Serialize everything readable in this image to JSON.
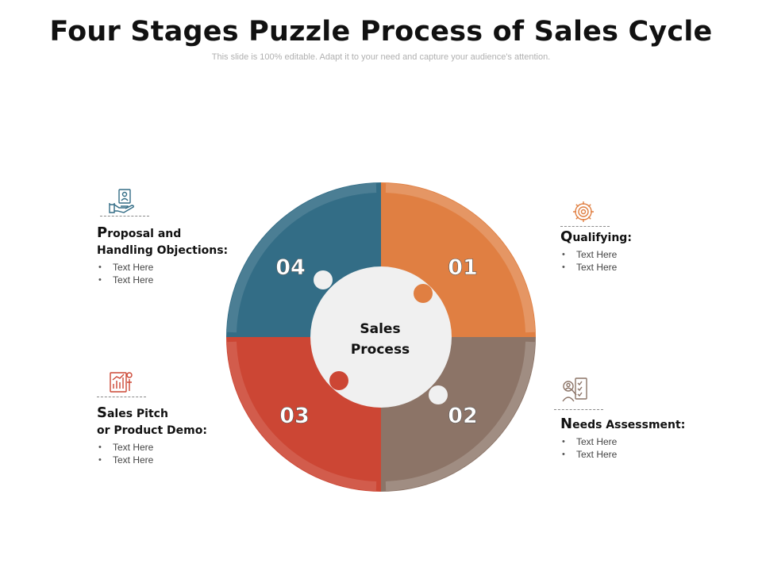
{
  "header": {
    "title": "Four Stages Puzzle Process of Sales Cycle",
    "subtitle": "This slide is 100% editable. Adapt it to your need and capture your audience's attention."
  },
  "diagram": {
    "center_label_line1": "Sales",
    "center_label_line2": "Process",
    "segments": [
      {
        "number": "01",
        "color": "#E07F42"
      },
      {
        "number": "02",
        "color": "#8C7467"
      },
      {
        "number": "03",
        "color": "#CC4634"
      },
      {
        "number": "04",
        "color": "#336D86"
      }
    ],
    "inner_circle_color": "#F0F0F0"
  },
  "stages": [
    {
      "heading_cap": "Q",
      "heading_rest": "ualifying:",
      "bullets": [
        "Text Here",
        "Text Here"
      ],
      "icon": "gear-icon",
      "icon_color": "#E07F42"
    },
    {
      "heading_cap": "N",
      "heading_rest": "eeds Assessment:",
      "bullets": [
        "Text Here",
        "Text Here"
      ],
      "icon": "person-search-checklist-icon",
      "icon_color": "#8C7467"
    },
    {
      "heading_cap": "S",
      "heading_rest": "ales Pitch",
      "heading_line2": "or Product Demo:",
      "bullets": [
        "Text Here",
        "Text Here"
      ],
      "icon": "presentation-chart-icon",
      "icon_color": "#CC4634"
    },
    {
      "heading_cap": "P",
      "heading_rest": "roposal and",
      "heading_line2": "Handling Objections:",
      "bullets": [
        "Text Here",
        "Text Here"
      ],
      "icon": "hand-document-icon",
      "icon_color": "#336D86"
    }
  ]
}
